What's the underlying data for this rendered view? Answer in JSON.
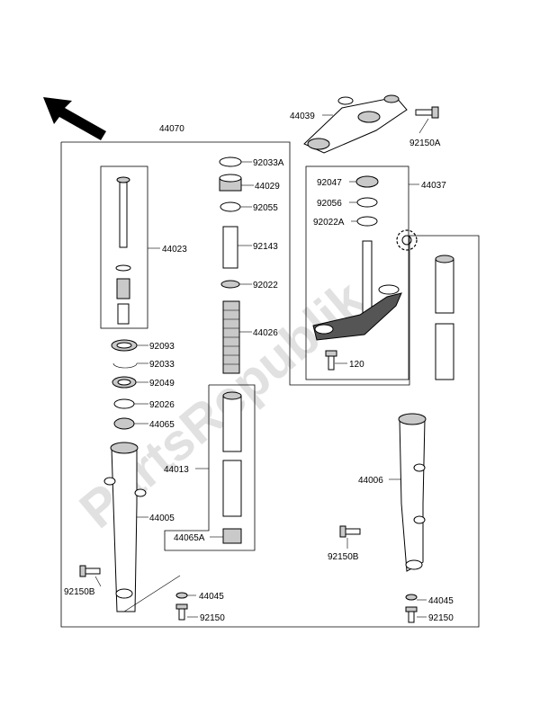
{
  "watermark": "PartsRepublik",
  "colors": {
    "ink": "#000000",
    "shade": "#c9c9c9",
    "watermark": "#d8d8d8"
  },
  "icons": [
    "direction-arrow-icon",
    "gear-icon"
  ],
  "labels": {
    "p44070": "44070",
    "p44039": "44039",
    "p92150A": "92150A",
    "p92033A": "92033A",
    "p44029": "44029",
    "p92055": "92055",
    "p92047": "92047",
    "p44037": "44037",
    "p92056": "92056",
    "p92022A": "92022A",
    "p44023": "44023",
    "p92143": "92143",
    "p92022": "92022",
    "p44026": "44026",
    "p92093": "92093",
    "p92033": "92033",
    "p92049": "92049",
    "p92026": "92026",
    "p44065": "44065",
    "p120": "120",
    "p44013": "44013",
    "p44006": "44006",
    "p44005": "44005",
    "p44065A": "44065A",
    "p92150B_right": "92150B",
    "p92150B_left": "92150B",
    "p44045_left": "44045",
    "p44045_right": "44045",
    "p92150_left": "92150",
    "p92150_right": "92150"
  }
}
